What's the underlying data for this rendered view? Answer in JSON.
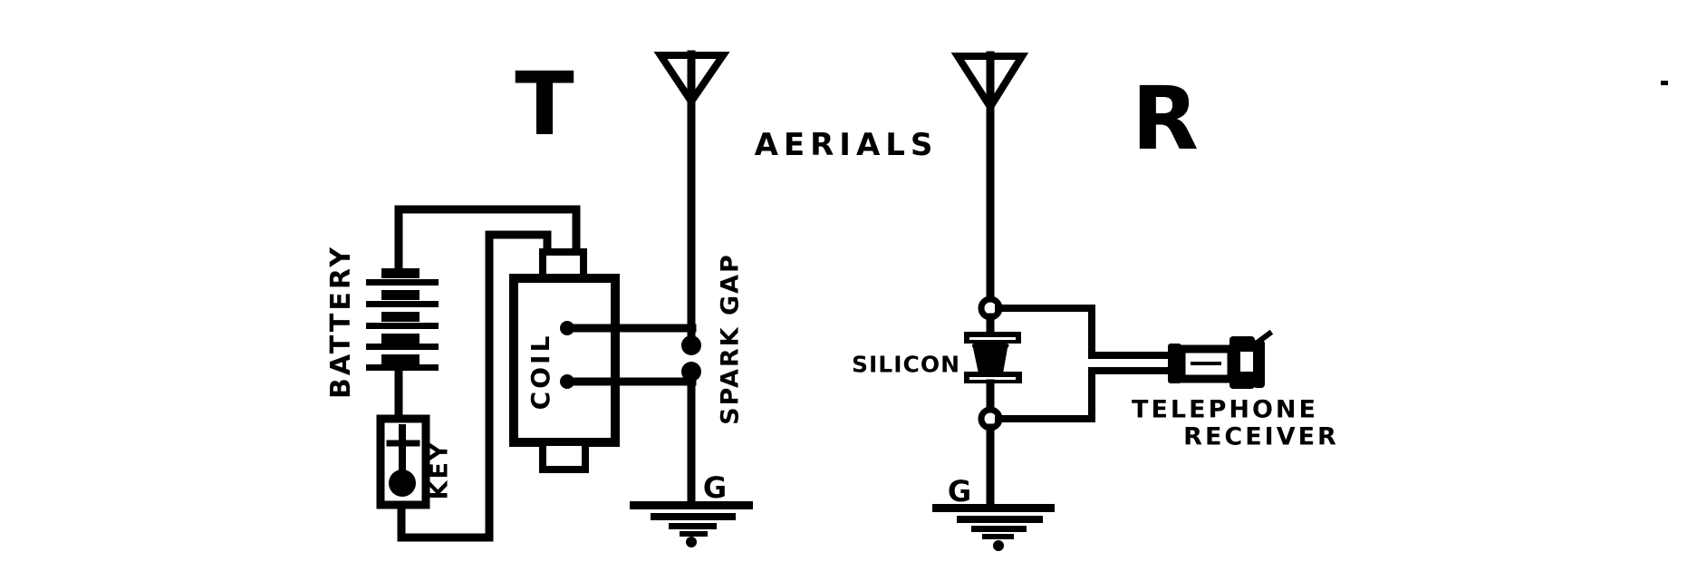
{
  "diagram": {
    "ink_color": "#000000",
    "background_color": "#ffffff"
  },
  "labels": {
    "transmitter": "T",
    "receiver": "R",
    "aerials": "AERIALS",
    "battery": "BATTERY",
    "key": "KEY",
    "coil": "COIL",
    "spark_gap": "SPARK GAP",
    "silicon": "SILICON",
    "telephone_receiver_line1": "TELEPHONE",
    "telephone_receiver_line2": "RECEIVER",
    "ground_transmitter": "G",
    "ground_receiver": "G"
  }
}
